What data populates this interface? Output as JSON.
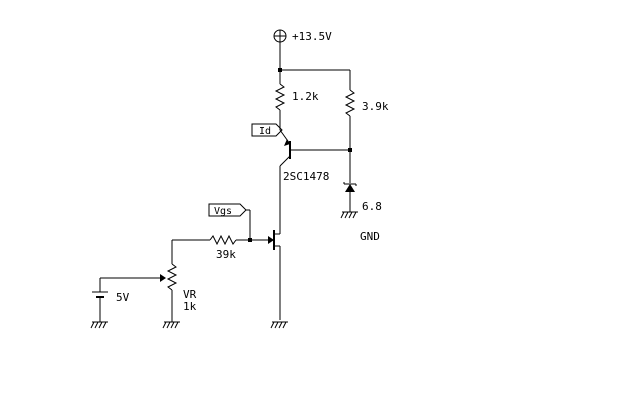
{
  "schematic": {
    "supply_label": "+13.5V",
    "r1_label": "1.2k",
    "r2_label": "3.9k",
    "probe_id_label": "Id",
    "transistor_label": "2SC1478",
    "zener_label": "6.8",
    "gnd_label": "GND",
    "probe_vgs_label": "Vgs",
    "r3_label": "39k",
    "battery_label": "5V",
    "vr_label": "VR",
    "vr_value_label": "1k"
  },
  "icons": {
    "supply": "power-supply-icon",
    "ground": "ground-icon",
    "resistor": "resistor-icon",
    "zener": "zener-diode-icon",
    "battery": "battery-icon",
    "bjt": "pnp-transistor-icon",
    "fet": "jfet-icon",
    "pot": "potentiometer-icon"
  },
  "colors": {
    "ink": "#000000",
    "background": "#ffffff"
  }
}
